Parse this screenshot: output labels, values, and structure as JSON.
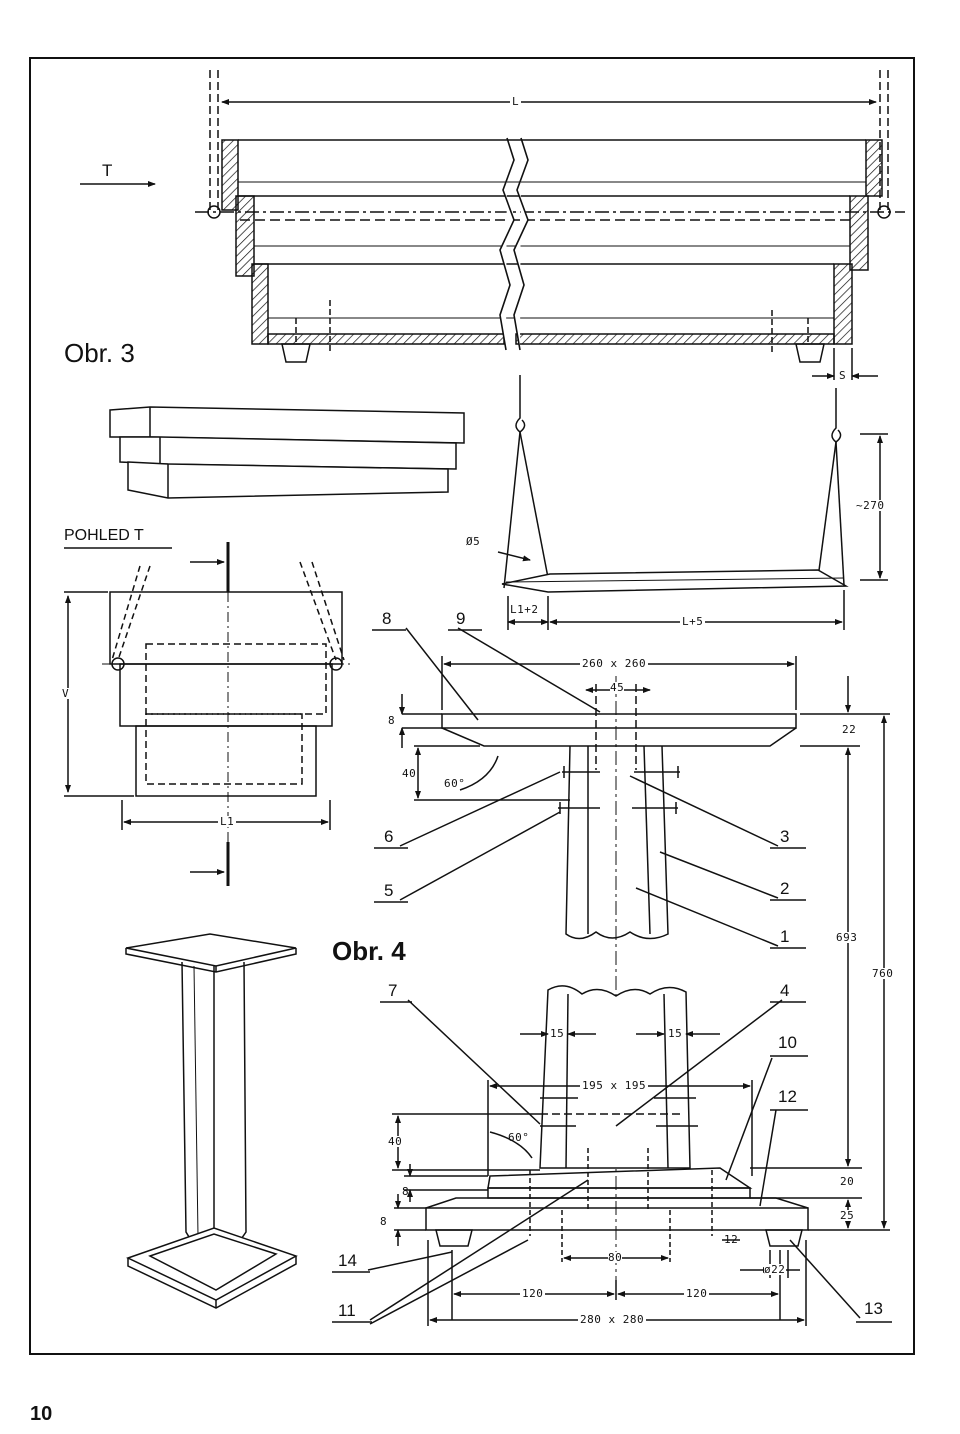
{
  "figure3": {
    "caption": "Obr. 3",
    "view_arrow": "T",
    "view_title": "POHLED T",
    "dims": {
      "L": "L",
      "S": "S",
      "approx270": "~270",
      "d5": "Ø5",
      "L1p2": "L1+2",
      "Lp5": "L+5",
      "V": "V",
      "L1": "L1"
    }
  },
  "figure4": {
    "caption": "Obr. 4",
    "part_numbers": [
      "8",
      "9",
      "6",
      "5",
      "3",
      "2",
      "1",
      "7",
      "4",
      "10",
      "12",
      "14",
      "11",
      "13"
    ],
    "dims": {
      "top_size": "260 x 260",
      "d45": "45",
      "d8a": "8",
      "d40a": "40",
      "angle_a": "60°",
      "d22": "22",
      "d693": "693",
      "d760": "760",
      "d15a": "15",
      "d15b": "15",
      "mid_size": "195 x 195",
      "d40b": "40",
      "angle_b": "60°",
      "d8b": "8",
      "d8c": "8",
      "d20": "20",
      "d25": "25",
      "d80": "80",
      "d12": "12",
      "d22dia": "ø22",
      "d120a": "120",
      "d120b": "120",
      "base_size": "280 x 280"
    }
  },
  "page_number": "10"
}
